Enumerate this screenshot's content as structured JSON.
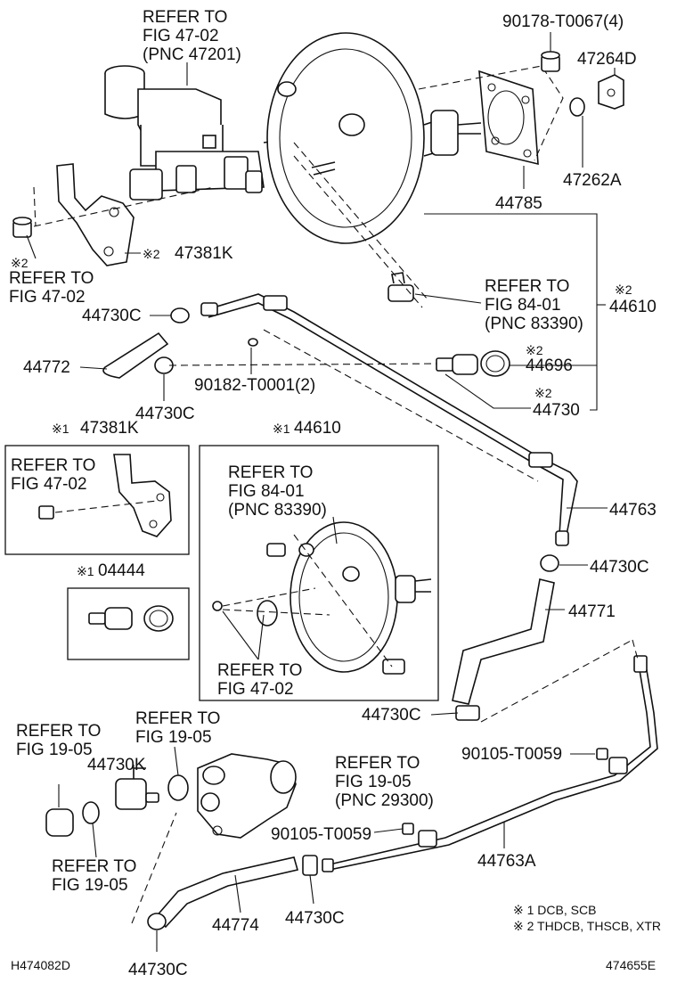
{
  "refs": {
    "fig4702_pnc47201": [
      "REFER TO",
      "FIG 47-02",
      "(PNC 47201)"
    ],
    "fig4702_left": [
      "REFER TO",
      "FIG 47-02"
    ],
    "fig8401_top": [
      "REFER TO",
      "FIG 84-01",
      "(PNC 83390)"
    ],
    "fig4702_box1": [
      "REFER TO",
      "FIG 47-02"
    ],
    "fig8401_box": [
      "REFER TO",
      "FIG 84-01",
      "(PNC 83390)"
    ],
    "fig4702_box2": [
      "REFER TO",
      "FIG 47-02"
    ],
    "fig1905_a": [
      "REFER TO",
      "FIG 19-05"
    ],
    "fig1905_b": [
      "REFER TO",
      "FIG 19-05"
    ],
    "fig1905_pnc29300": [
      "REFER TO",
      "FIG 19-05",
      "(PNC 29300)"
    ],
    "fig1905_c": [
      "REFER TO",
      "FIG 19-05"
    ]
  },
  "parts": {
    "p90178": "90178-T0067(4)",
    "p47264D": "47264D",
    "p47262A": "47262A",
    "p44785": "44785",
    "p47381K_main": "47381K",
    "p44610_main": "44610",
    "p44730C_upper": "44730C",
    "p44772": "44772",
    "p90182": "90182-T0001(2)",
    "p44696": "44696",
    "p44730_main": "44730",
    "p44730C_left": "44730C",
    "p47381K_box": "47381K",
    "p44610_box": "44610",
    "p44763": "44763",
    "p44730C_right": "44730C",
    "p04444": "04444",
    "p44771": "44771",
    "p44730C_mid": "44730C",
    "p90105_upper": "90105-T0059",
    "p44730K": "44730K",
    "p90105_lower": "90105-T0059",
    "p44763A": "44763A",
    "p44774": "44774",
    "p44730C_bottom1": "44730C",
    "p44730C_bottom2": "44730C"
  },
  "marks": {
    "m2_47381K": "※2",
    "m2_left": "※2",
    "m2_44610": "※2",
    "m2_44696": "※2",
    "m2_44730": "※2",
    "m1_47381K": "※1",
    "m1_44610": "※1",
    "m1_04444": "※1"
  },
  "legend": {
    "note1": "※ 1 DCB, SCB",
    "note2": "※ 2 THDCB, THSCB, XTR"
  },
  "footer": {
    "code_left": "H474082D",
    "code_right": "474655E"
  }
}
